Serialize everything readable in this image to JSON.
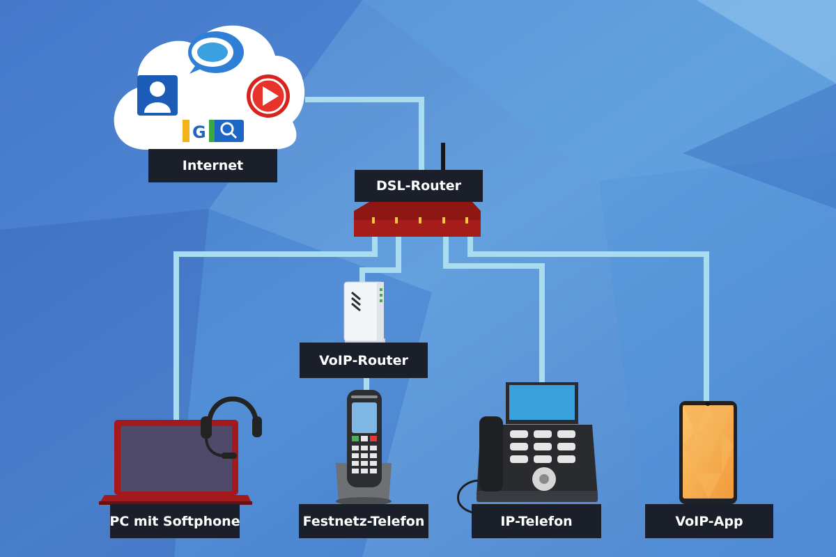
{
  "diagram": {
    "nodes": {
      "internet": {
        "label": "Internet"
      },
      "dsl_router": {
        "label": "DSL-Router"
      },
      "voip_router": {
        "label": "VoIP-Router"
      },
      "pc": {
        "label": "PC mit Softphone"
      },
      "dect": {
        "label": "Festnetz-Telefon"
      },
      "ip_phone": {
        "label": "IP-Telefon"
      },
      "voip_app": {
        "label": "VoIP-App"
      }
    },
    "edges": [
      {
        "from": "internet",
        "to": "dsl_router"
      },
      {
        "from": "dsl_router",
        "to": "pc"
      },
      {
        "from": "dsl_router",
        "to": "voip_router"
      },
      {
        "from": "voip_router",
        "to": "dect"
      },
      {
        "from": "dsl_router",
        "to": "ip_phone"
      },
      {
        "from": "dsl_router",
        "to": "voip_app"
      }
    ],
    "cloud_icons": [
      "chat-bubble-icon",
      "user-profile-icon",
      "play-button-icon",
      "search-engine-icon"
    ],
    "search_icon_letter": "G"
  },
  "colors": {
    "background": "#4f8ed6",
    "connector": "#a9dcef",
    "label_bg": "#1b1f2a",
    "label_text": "#ffffff",
    "router_red": "#9b1b17",
    "laptop_red": "#a4191b"
  }
}
